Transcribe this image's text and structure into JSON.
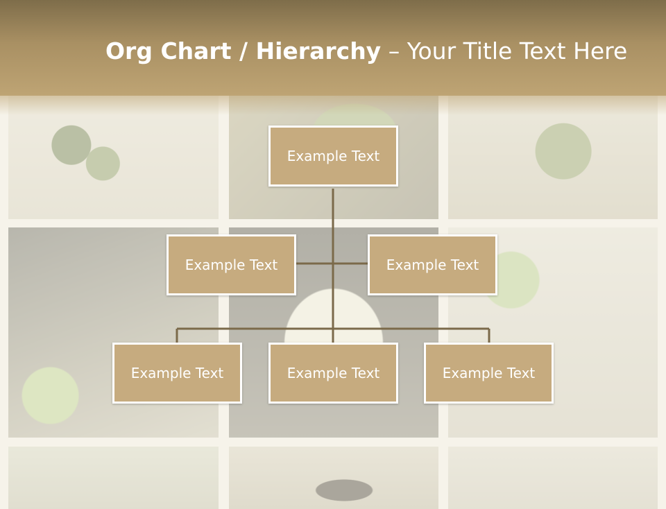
{
  "slide": {
    "title_bold": "Org Chart / Hierarchy",
    "title_separator": " – ",
    "title_light": "Your Title Text Here"
  },
  "org_chart": {
    "root": {
      "label": "Example Text"
    },
    "level2": [
      {
        "label": "Example Text"
      },
      {
        "label": "Example Text"
      }
    ],
    "level3": [
      {
        "label": "Example Text"
      },
      {
        "label": "Example Text"
      },
      {
        "label": "Example Text"
      }
    ]
  },
  "colors": {
    "header": "#a99063",
    "box_fill": "#c6ab7f",
    "box_border": "#ffffff",
    "connector": "#7b6a4a",
    "text": "#ffffff"
  }
}
